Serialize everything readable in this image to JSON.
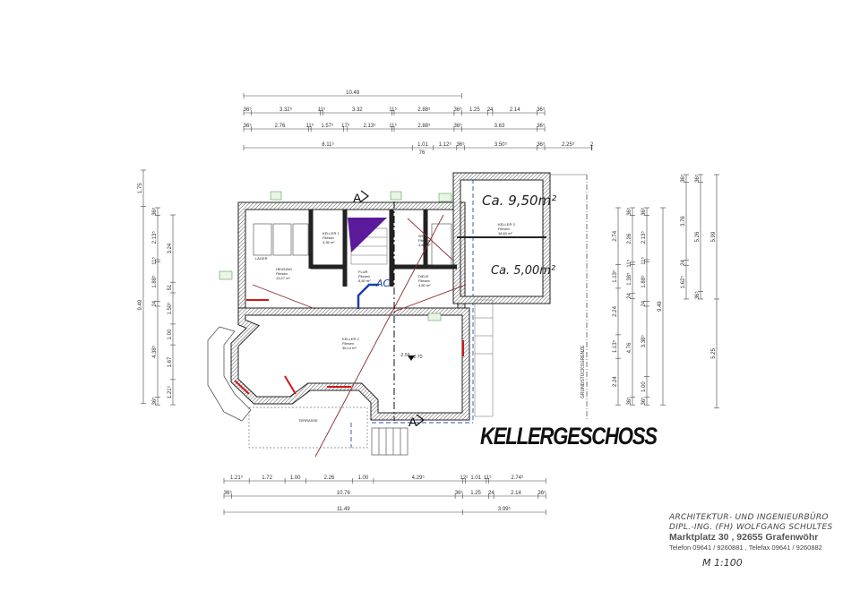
{
  "drawing": {
    "title": "KELLERGESCHOSS",
    "scale": "M 1:100",
    "boundary_label": "GRUNDSTÜCKSGRENZE",
    "section_marker": "A",
    "annotations": {
      "area_large": "Ca. 9,50m²",
      "area_small": "Ca. 5,00m²",
      "level_1": "-2.59",
      "level_2": "-2.70",
      "ac_label": "AC"
    },
    "rooms": [
      {
        "name": "KELLER 1",
        "floor": "Fliesen",
        "area": "3,36 m²"
      },
      {
        "name": "HEIZUNG",
        "floor": "Fliesen",
        "area": "13,27 m²"
      },
      {
        "name": "FLUR",
        "floor": "Fliesen",
        "area": "5,50 m²"
      },
      {
        "name": "WC",
        "floor": "Fliesen",
        "area": "4,80 m²"
      },
      {
        "name": "DIELE",
        "floor": "Fliesen",
        "area": "4,80 m²"
      },
      {
        "name": "KELLER 2",
        "floor": "Fliesen",
        "area": "46,14 m²"
      },
      {
        "name": "KELLER 3",
        "floor": "Fliesen",
        "area": "18,60 m²"
      },
      {
        "name": "LAGER",
        "floor": "",
        "area": ""
      },
      {
        "name": "TERRASSE",
        "floor": "",
        "area": ""
      }
    ]
  },
  "dimensions": {
    "top": [
      [
        "10.49"
      ],
      [
        "36⁵",
        "3.32⁵",
        "11⁵",
        "3.32",
        "11⁵",
        "2.88⁵",
        "36⁵",
        "1.25",
        "24",
        "2.14",
        "36⁵"
      ],
      [
        "36⁵",
        "2.76",
        "11⁵",
        "1.57⁵",
        "17⁵",
        "2.13⁵",
        "11⁵",
        "2.88⁵",
        "36⁵",
        "3.63",
        "36⁵"
      ],
      [
        "8.11⁵",
        "1.01",
        "1.12⁵",
        "36⁵",
        "3.50⁵",
        "36⁵",
        "2.25⁵",
        "2"
      ]
    ],
    "top_sub": "76",
    "bottom": [
      [
        "1.21⁵",
        "1.72",
        "1.00",
        "2.26",
        "1.00",
        "4.29⁵",
        "12⁵",
        "1.01",
        "11⁵",
        "2.74⁵"
      ],
      [
        "36⁵",
        "10.76",
        "36⁵",
        "1.25",
        "24",
        "2.14",
        "36⁵"
      ],
      [
        "11.49",
        "3.99⁵"
      ]
    ],
    "left": [
      [
        "1.75",
        "9.49"
      ],
      [
        "36⁵",
        "2.13⁵",
        "11⁵",
        "1.88⁵",
        "24",
        "4.38⁵",
        "36⁵"
      ],
      [
        "3.24",
        "51",
        "1.50⁵",
        "1.00",
        "1.67",
        "1.21⁵"
      ]
    ],
    "right": [
      [
        "2.74",
        "1.13⁵",
        "2.24",
        "1.13⁵",
        "2.24"
      ],
      [
        "36⁵",
        "2.26",
        "11⁵",
        "1.38⁵",
        "24",
        "4.76",
        "36⁵"
      ],
      [
        "36⁵",
        "2.13⁵",
        "11⁵",
        "1.88⁵",
        "24",
        "3.38⁵",
        "1.00",
        "36⁵"
      ],
      [
        "9.49"
      ],
      [
        "36⁵",
        "3.76",
        "24",
        "1.62⁵"
      ],
      [
        "36⁵",
        "5.26",
        "36⁵"
      ],
      [
        "5.99",
        "5.25"
      ]
    ]
  },
  "title_block": {
    "line1": "ARCHITEKTUR- UND INGENIEURBÜRO",
    "line2": "DIPL.-ING. (FH) WOLFGANG SCHULTES",
    "line3": "Marktplatz 30 , 92655 Grafenwöhr",
    "line4": "Telefon 09641 / 9260881 , Telefax 09641 / 9260882"
  },
  "colors": {
    "wall": "#333333",
    "cut_line": "#8b2b2b",
    "section_blue": "#1c3fa8",
    "highlight": "#5b1a9a",
    "window_red": "#d01818"
  }
}
